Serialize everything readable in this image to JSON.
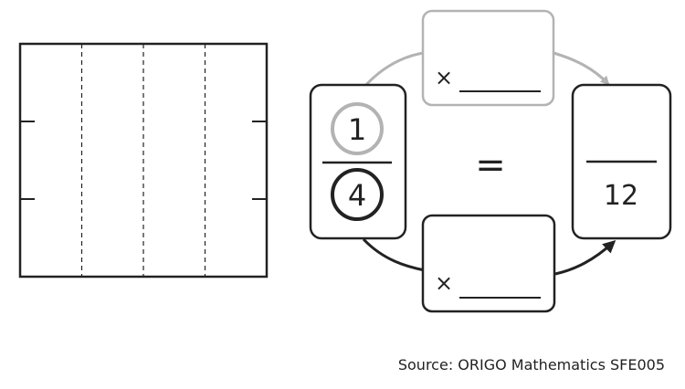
{
  "fraction_card": {
    "numerator": "1",
    "denominator": "4"
  },
  "equals_sign": "=",
  "top_operator": {
    "symbol": "×",
    "blank": ""
  },
  "bottom_operator": {
    "symbol": "×",
    "blank": ""
  },
  "result_card": {
    "numerator": "",
    "denominator": "12"
  },
  "source": "Source: ORIGO Mathematics SFE005",
  "model": {
    "columns": 4,
    "rows": 3
  },
  "colors": {
    "gray": "#b3b3b3",
    "black": "#222222"
  }
}
